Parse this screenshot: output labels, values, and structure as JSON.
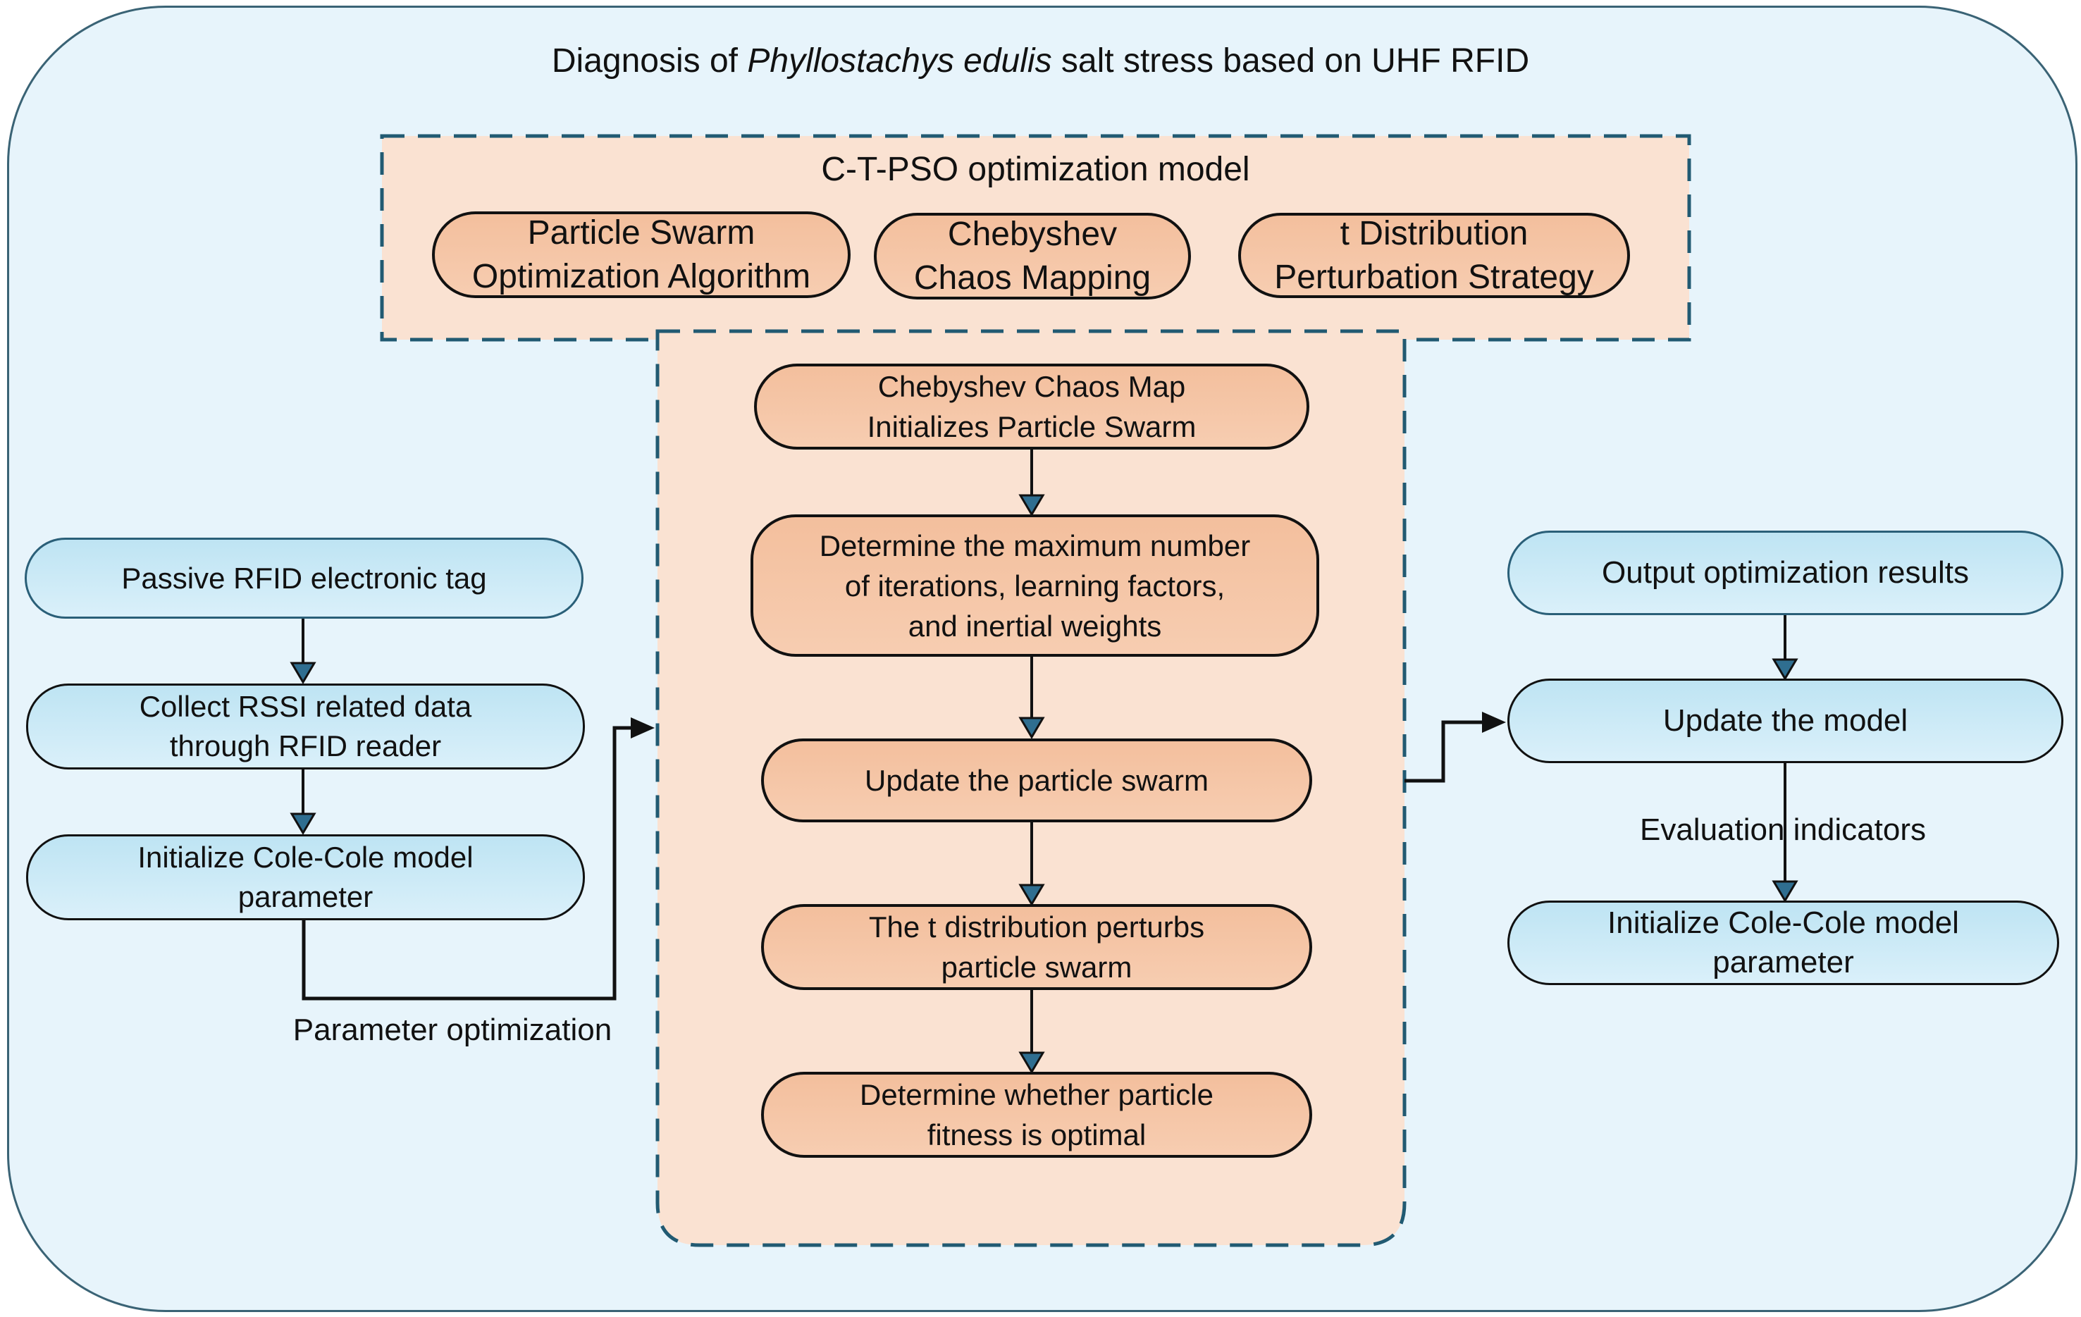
{
  "figure": {
    "title": {
      "prefix": "Diagnosis of ",
      "species": "Phyllostachys edulis",
      "suffix": " salt stress based on UHF RFID"
    }
  },
  "ctpso_panel": {
    "title": "C-T-PSO optimization model",
    "components": [
      "Particle Swarm\nOptimization Algorithm",
      "Chebyshev\nChaos Mapping",
      "t Distribution\nPerturbation Strategy"
    ]
  },
  "pso_flow": {
    "steps": [
      "Chebyshev Chaos Map\nInitializes Particle Swarm",
      "Determine the maximum number\nof iterations, learning factors,\nand inertial weights",
      "Update the particle swarm",
      "The t distribution perturbs\nparticle swarm",
      "Determine whether particle\nfitness is optimal"
    ]
  },
  "rfid_flow": {
    "steps": [
      "Passive RFID electronic tag",
      "Collect RSSI related data\nthrough RFID reader",
      "Initialize Cole-Cole model\nparameter"
    ],
    "connector_label": "Parameter optimization"
  },
  "model_flow": {
    "steps": [
      "Output optimization results",
      "Update the model",
      "Initialize Cole-Cole model\nparameter"
    ],
    "connector_label": "Evaluation indicators"
  },
  "colors": {
    "background_panel": "#E7F4FB",
    "background_outer": "#FFFFFF",
    "peach_panel": "#FAE2D2",
    "peach_node": "#F4C5A6",
    "blue_node": "#C9E9F7",
    "dashed_border": "#215A72",
    "teal_node_border": "#2A5F78",
    "black_line": "#111111",
    "teal_arrowhead": "#2F6E90"
  }
}
